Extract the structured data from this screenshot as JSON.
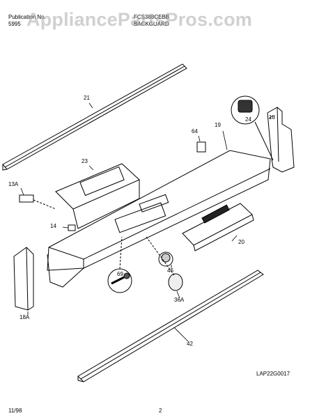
{
  "header": {
    "pub_label": "Publication No.",
    "pub_number": "5995",
    "model": "FCS388CEBB",
    "section": "BACKGUARD"
  },
  "watermark": "AppliancePartsPros.com",
  "parts": {
    "p21": "21",
    "p18": "18",
    "p24": "24",
    "p64": "64",
    "p19": "19",
    "p23": "23",
    "p13a": "13A",
    "p14": "14",
    "p20": "20",
    "p69": "69",
    "p46": "46",
    "p36a": "36A",
    "p18a": "18A",
    "p42": "42"
  },
  "diagram_code": "LAP22G0017",
  "footer": {
    "date": "11/98",
    "page": "2"
  }
}
